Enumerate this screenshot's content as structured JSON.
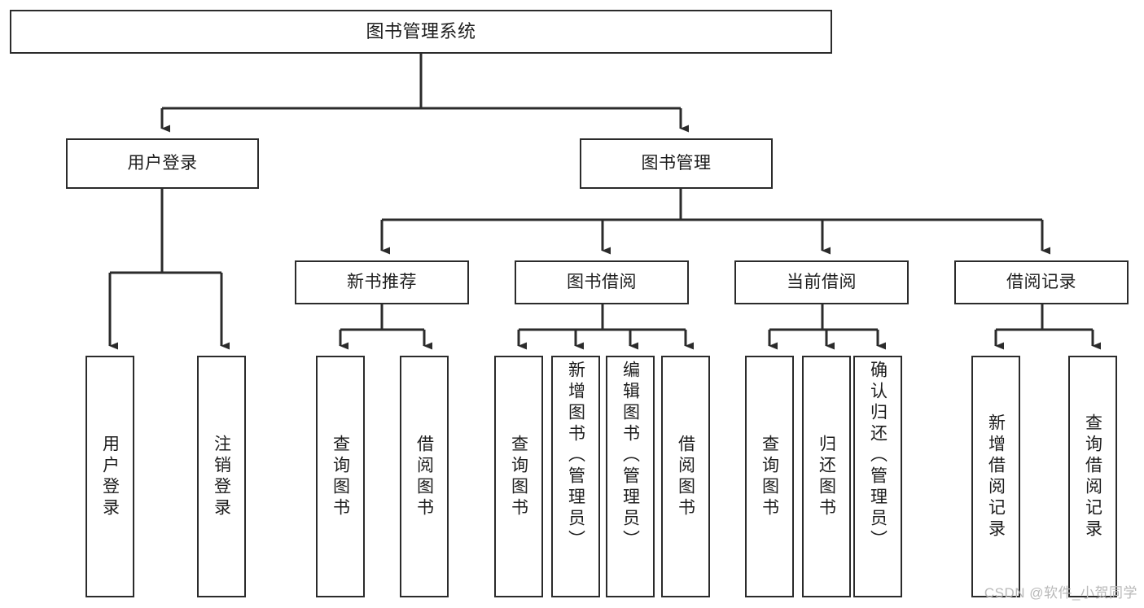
{
  "diagram": {
    "title": "图书管理系统",
    "type": "tree",
    "watermark": "CSDN @软件_小贺同学",
    "colors": {
      "stroke": "#2b2b2b",
      "fill": "#ffffff",
      "text": "#1d1d1d",
      "watermark": "#b9b9b9"
    },
    "root": {
      "label": "图书管理系统"
    },
    "level2": [
      {
        "label": "用户登录"
      },
      {
        "label": "图书管理"
      }
    ],
    "level3": [
      {
        "label": "新书推荐"
      },
      {
        "label": "图书借阅"
      },
      {
        "label": "当前借阅"
      },
      {
        "label": "借阅记录"
      }
    ],
    "leaves": {
      "user_login": [
        {
          "label": "用户登录"
        },
        {
          "label": "注销登录"
        }
      ],
      "new_book_recommend": [
        {
          "label": "查询图书"
        },
        {
          "label": "借阅图书"
        }
      ],
      "book_borrow": [
        {
          "label": "查询图书"
        },
        {
          "label": "新增图书（管理员）"
        },
        {
          "label": "编辑图书（管理员）"
        },
        {
          "label": "借阅图书"
        }
      ],
      "current_borrow": [
        {
          "label": "查询图书"
        },
        {
          "label": "归还图书"
        },
        {
          "label": "确认归还（管理员）"
        }
      ],
      "borrow_records": [
        {
          "label": "新增借阅记录"
        },
        {
          "label": "查询借阅记录"
        }
      ]
    }
  }
}
